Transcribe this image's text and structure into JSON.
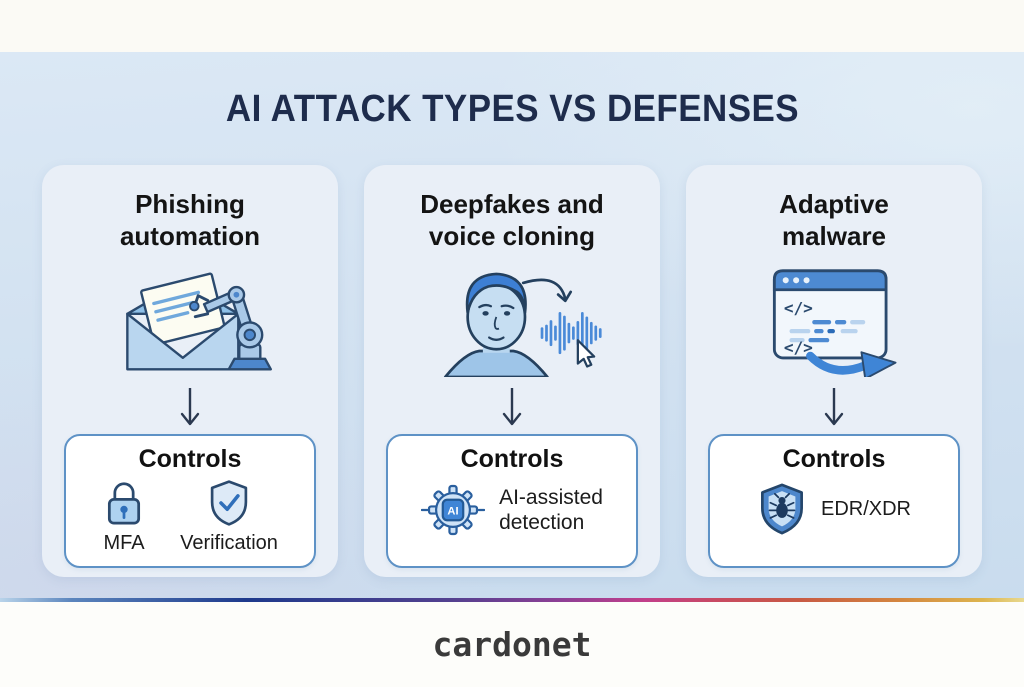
{
  "header": {
    "title": "AI ATTACK TYPES VS DEFENSES"
  },
  "columns": [
    {
      "heading": "Phishing\nautomation",
      "attack_icon": "phishing-automation-icon",
      "controls": {
        "title": "Controls",
        "items": [
          {
            "icon": "mfa-lock-icon",
            "label": "MFA"
          },
          {
            "icon": "verification-shield-check-icon",
            "label": "Verification"
          }
        ]
      }
    },
    {
      "heading": "Deepfakes and\nvoice cloning",
      "attack_icon": "deepfake-voice-cloning-icon",
      "controls": {
        "title": "Controls",
        "items": [
          {
            "icon": "ai-gear-icon",
            "label": "AI-assisted\ndetection"
          }
        ]
      }
    },
    {
      "heading": "Adaptive\nmalware",
      "attack_icon": "adaptive-malware-icon",
      "controls": {
        "title": "Controls",
        "items": [
          {
            "icon": "shield-bug-icon",
            "label": "EDR/XDR"
          }
        ]
      }
    }
  ],
  "icon_text": {
    "ai_chip": "AI",
    "code_glyph": "</>"
  },
  "footer": {
    "brand": "cardonet"
  },
  "colors": {
    "title_navy": "#1e2c4c",
    "background_blue": "#d3e2f1",
    "card_background": "#e9eff7",
    "controls_border": "#5e92c6",
    "icon_outline": "#2b4a6e",
    "icon_fill_light": "#b9d6ef",
    "icon_fill_blue": "#3f85d6",
    "rainbow_gradient": [
      "#b9d4ea",
      "#1e3a8c",
      "#8f3f95",
      "#c23f8a",
      "#c85a44",
      "#d4873f",
      "#e8d98f"
    ]
  }
}
